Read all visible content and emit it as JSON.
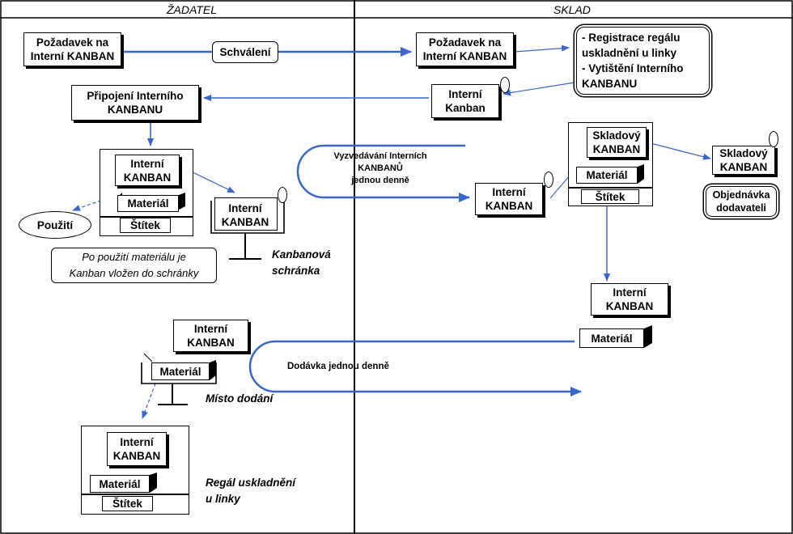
{
  "lanes": {
    "left": "ŽADATEL",
    "right": "SKLAD"
  },
  "labels": {
    "req_left": "Požadavek na\nInterní KANBAN",
    "approval": "Schválení",
    "req_right": "Požadavek na\nInterní KANBAN",
    "registration": "- Registrace regálu\nuskladnění u linky\n- Vytištění Interního\nKANBANU",
    "internal_kanban_small": "Interní\nKanban",
    "attach": "Připojení  Interního\nKANBANU",
    "interni_kanban": "Interní\nKANBAN",
    "material": "Materiál",
    "stitek": "Štítek",
    "pouziti": "Použití",
    "note": "Po použití materiálu je\nKanban vložen do schránky",
    "kanbanova_schranka": "Kanbanová\nschránka",
    "pickup_flow": "Vyzvedávání Interních\nKANBANŮ\njednou denně",
    "skladovy_kanban": "Skladový\nKANBAN",
    "skladovy_kanban_out": "Skladový\nKANBAN",
    "objednavka": "Objednávka\ndodavateli",
    "delivery_flow": "Dodávka jednou denně",
    "misto_dodani": "Místo dodání",
    "regal": "Regál uskladnění\nu linky"
  },
  "colors": {
    "arrow": "#3a66cc",
    "line": "#000000",
    "background": "#ffffff"
  }
}
